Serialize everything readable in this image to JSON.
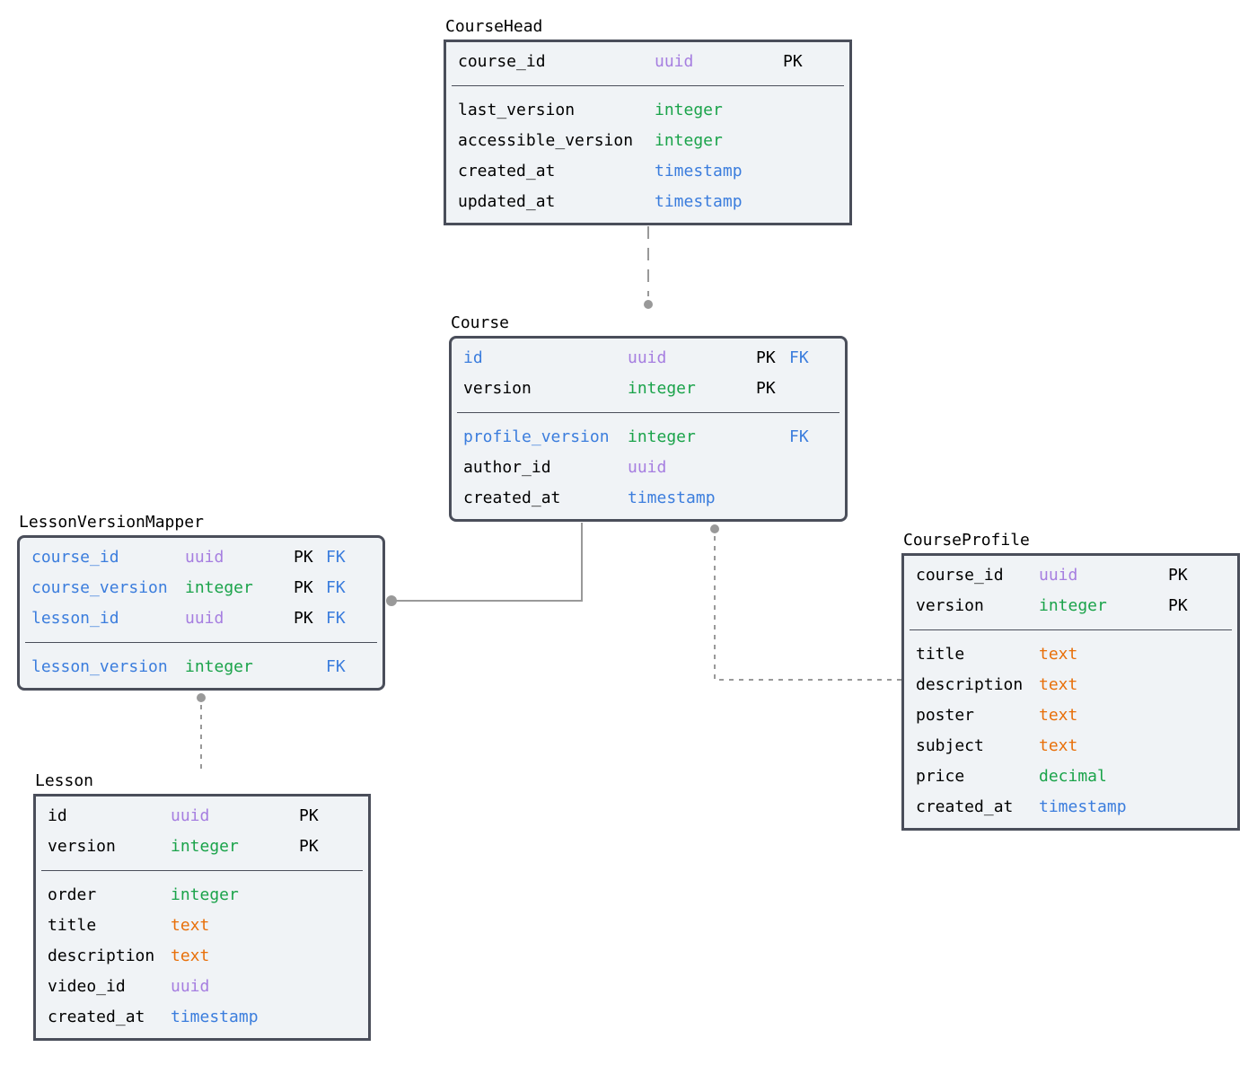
{
  "colors": {
    "uuid": "#a67ee0",
    "integer": "#1aa34a",
    "timestamp": "#3b7ddd",
    "text": "#e8700a",
    "decimal": "#1aa34a",
    "fk": "#3b7ddd",
    "border": "#4a4e5a",
    "box_fill": "#f0f3f6",
    "connector": "#999999"
  },
  "entities": [
    {
      "id": "coursehead",
      "title": "CourseHead",
      "key_fields": [
        {
          "name": "course_id",
          "type": "uuid",
          "pk": "PK",
          "fk": ""
        }
      ],
      "fields": [
        {
          "name": "last_version",
          "type": "integer",
          "pk": "",
          "fk": ""
        },
        {
          "name": "accessible_version",
          "type": "integer",
          "pk": "",
          "fk": ""
        },
        {
          "name": "created_at",
          "type": "timestamp",
          "pk": "",
          "fk": ""
        },
        {
          "name": "updated_at",
          "type": "timestamp",
          "pk": "",
          "fk": ""
        }
      ]
    },
    {
      "id": "course",
      "title": "Course",
      "key_fields": [
        {
          "name": "id",
          "type": "uuid",
          "pk": "PK",
          "fk": "FK"
        },
        {
          "name": "version",
          "type": "integer",
          "pk": "PK",
          "fk": ""
        }
      ],
      "fields": [
        {
          "name": "profile_version",
          "type": "integer",
          "pk": "",
          "fk": "FK"
        },
        {
          "name": "author_id",
          "type": "uuid",
          "pk": "",
          "fk": ""
        },
        {
          "name": "created_at",
          "type": "timestamp",
          "pk": "",
          "fk": ""
        }
      ]
    },
    {
      "id": "lessonversionmapper",
      "title": "LessonVersionMapper",
      "key_fields": [
        {
          "name": "course_id",
          "type": "uuid",
          "pk": "PK",
          "fk": "FK"
        },
        {
          "name": "course_version",
          "type": "integer",
          "pk": "PK",
          "fk": "FK"
        },
        {
          "name": "lesson_id",
          "type": "uuid",
          "pk": "PK",
          "fk": "FK"
        }
      ],
      "fields": [
        {
          "name": "lesson_version",
          "type": "integer",
          "pk": "",
          "fk": "FK"
        }
      ]
    },
    {
      "id": "courseprofile",
      "title": "CourseProfile",
      "key_fields": [
        {
          "name": "course_id",
          "type": "uuid",
          "pk": "PK",
          "fk": ""
        },
        {
          "name": "version",
          "type": "integer",
          "pk": "PK",
          "fk": ""
        }
      ],
      "fields": [
        {
          "name": "title",
          "type": "text",
          "pk": "",
          "fk": ""
        },
        {
          "name": "description",
          "type": "text",
          "pk": "",
          "fk": ""
        },
        {
          "name": "poster",
          "type": "text",
          "pk": "",
          "fk": ""
        },
        {
          "name": "subject",
          "type": "text",
          "pk": "",
          "fk": ""
        },
        {
          "name": "price",
          "type": "decimal",
          "pk": "",
          "fk": ""
        },
        {
          "name": "created_at",
          "type": "timestamp",
          "pk": "",
          "fk": ""
        }
      ]
    },
    {
      "id": "lesson",
      "title": "Lesson",
      "key_fields": [
        {
          "name": "id",
          "type": "uuid",
          "pk": "PK",
          "fk": ""
        },
        {
          "name": "version",
          "type": "integer",
          "pk": "PK",
          "fk": ""
        }
      ],
      "fields": [
        {
          "name": "order",
          "type": "integer",
          "pk": "",
          "fk": ""
        },
        {
          "name": "title",
          "type": "text",
          "pk": "",
          "fk": ""
        },
        {
          "name": "description",
          "type": "text",
          "pk": "",
          "fk": ""
        },
        {
          "name": "video_id",
          "type": "uuid",
          "pk": "",
          "fk": ""
        },
        {
          "name": "created_at",
          "type": "timestamp",
          "pk": "",
          "fk": ""
        }
      ]
    }
  ],
  "relationships": [
    {
      "from": "coursehead",
      "to": "course",
      "style": "dashed"
    },
    {
      "from": "course",
      "to": "lessonversionmapper",
      "style": "solid"
    },
    {
      "from": "courseprofile",
      "to": "course",
      "style": "dotted"
    },
    {
      "from": "lesson",
      "to": "lessonversionmapper",
      "style": "dotted"
    }
  ]
}
